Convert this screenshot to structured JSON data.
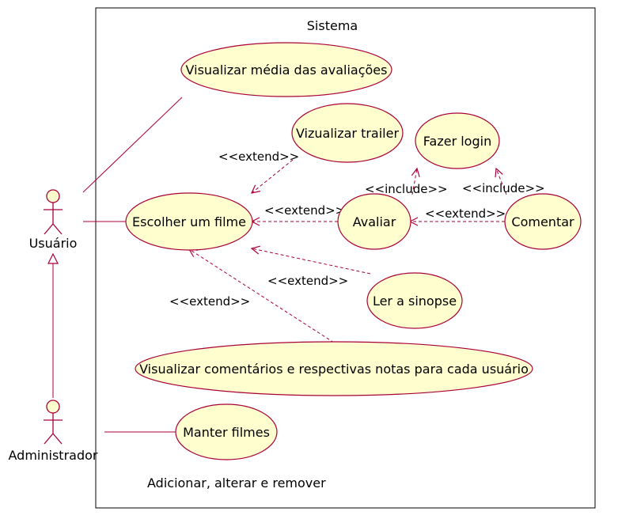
{
  "colors": {
    "line": "#a80036",
    "ellipse_fill": "#fefece",
    "border": "#000000",
    "background": "#ffffff"
  },
  "system": {
    "title": "Sistema"
  },
  "actors": {
    "user": "Usuário",
    "admin": "Administrador"
  },
  "use_cases": {
    "media": "Visualizar média das avaliações",
    "trailer": "Vizualizar trailer",
    "login": "Fazer login",
    "escolher": "Escolher um filme",
    "avaliar": "Avaliar",
    "comentar": "Comentar",
    "sinopse": "Ler a sinopse",
    "comentarios": "Visualizar comentários e respectivas notas para cada usuário",
    "manter": "Manter filmes"
  },
  "stereotypes": {
    "extend_trailer": "<<extend>>",
    "extend_avaliar": "<<extend>>",
    "extend_sinopse": "<<extend>>",
    "extend_comentarios": "<<extend>>",
    "include_avaliar": "<<include>>",
    "include_comentar": "<<include>>",
    "extend_comentar": "<<extend>>"
  },
  "notes": {
    "manter_desc": "Adicionar, alterar e remover"
  }
}
